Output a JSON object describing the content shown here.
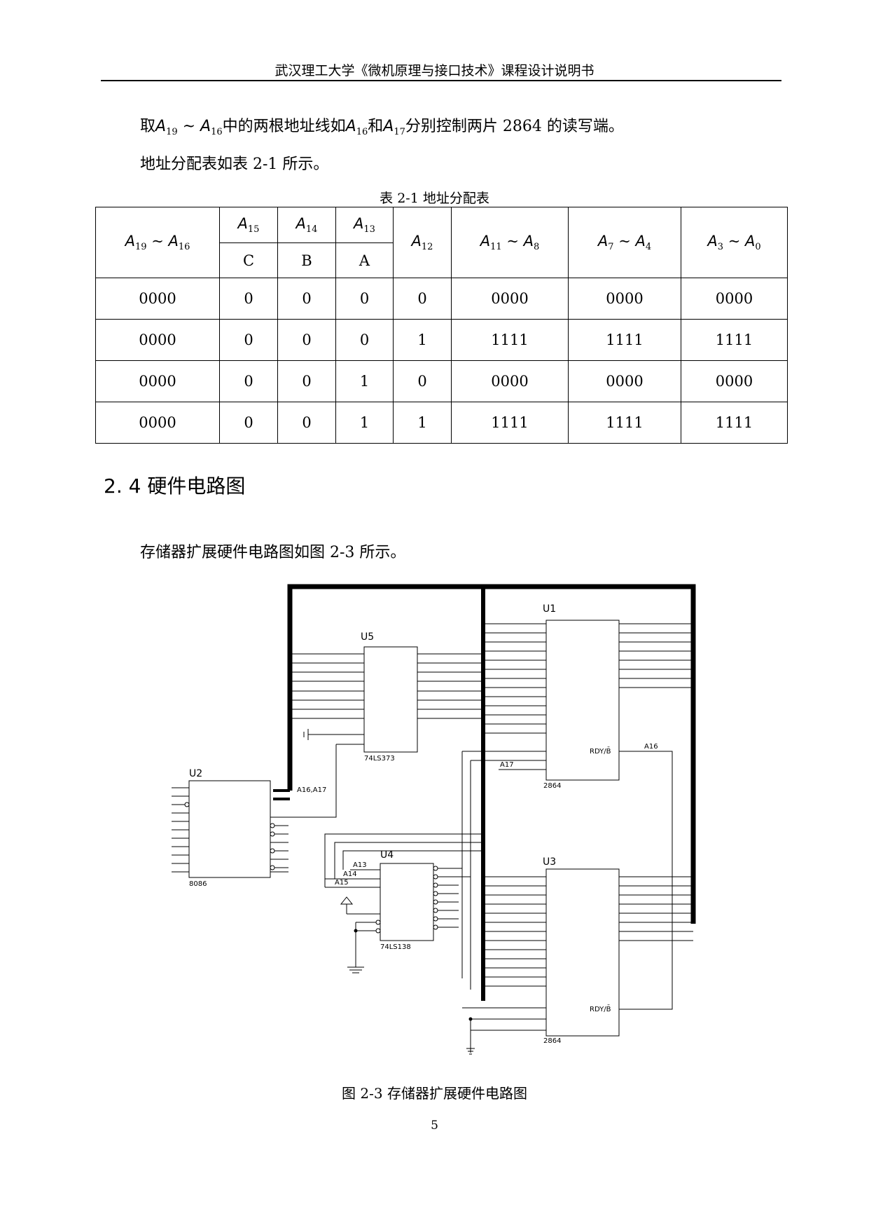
{
  "header": {
    "title": "武汉理工大学《微机原理与接口技术》课程设计说明书"
  },
  "intro": {
    "line1": {
      "p1": "取",
      "a1": "A",
      "s1": "19",
      "tilde": " ~ ",
      "a2": "A",
      "s2": "16",
      "p2": "中的两根地址线如",
      "a3": "A",
      "s3": "16",
      "p3": "和",
      "a4": "A",
      "s4": "17",
      "p4": "分别控制两片 2864 的读写端。"
    },
    "line2": "地址分配表如表 2-1 所示。"
  },
  "table": {
    "caption": "表 2-1  地址分配表",
    "header": {
      "c1": {
        "a": "A",
        "s": "19",
        "t": " ~ ",
        "b": "A",
        "s2": "16"
      },
      "a5": {
        "a": "A",
        "s": "15"
      },
      "a4": {
        "a": "A",
        "s": "14"
      },
      "a3": {
        "a": "A",
        "s": "13"
      },
      "a2": {
        "a": "A",
        "s": "12"
      },
      "c6": {
        "a": "A",
        "s": "11",
        "t": " ~ ",
        "b": "A",
        "s2": "8"
      },
      "c7": {
        "a": "A",
        "s": "7",
        "t": " ~ ",
        "b": "A",
        "s2": "4"
      },
      "c8": {
        "a": "A",
        "s": "3",
        "t": " ~ ",
        "b": "A",
        "s2": "0"
      },
      "sub": [
        "C",
        "B",
        "A"
      ]
    },
    "rows": [
      [
        "0000",
        "0",
        "0",
        "0",
        "0",
        "0000",
        "0000",
        "0000"
      ],
      [
        "0000",
        "0",
        "0",
        "0",
        "1",
        "1111",
        "1111",
        "1111"
      ],
      [
        "0000",
        "0",
        "0",
        "1",
        "0",
        "0000",
        "0000",
        "0000"
      ],
      [
        "0000",
        "0",
        "0",
        "1",
        "1",
        "1111",
        "1111",
        "1111"
      ]
    ]
  },
  "section": {
    "title": "2. 4 硬件电路图",
    "para": "存储器扩展硬件电路图如图 2-3 所示。"
  },
  "figure": {
    "caption": "图 2-3 存储器扩展硬件电路图",
    "u1_name": "U1",
    "u3_name": "U3",
    "u5_name": "U5",
    "u2_name": "U2",
    "u4_name": "U4",
    "u2_part": "8086",
    "u4_part": "74LS138",
    "u5_part": "74LS373",
    "mem_part": "2864",
    "bus_label": "A16,A17",
    "a16_label": "A16",
    "a17_label": "A17",
    "a13_label": "A13",
    "a14_label": "A14",
    "a15_label": "A15",
    "rdy_label": "RDY/B̄"
  },
  "page_number": "5"
}
